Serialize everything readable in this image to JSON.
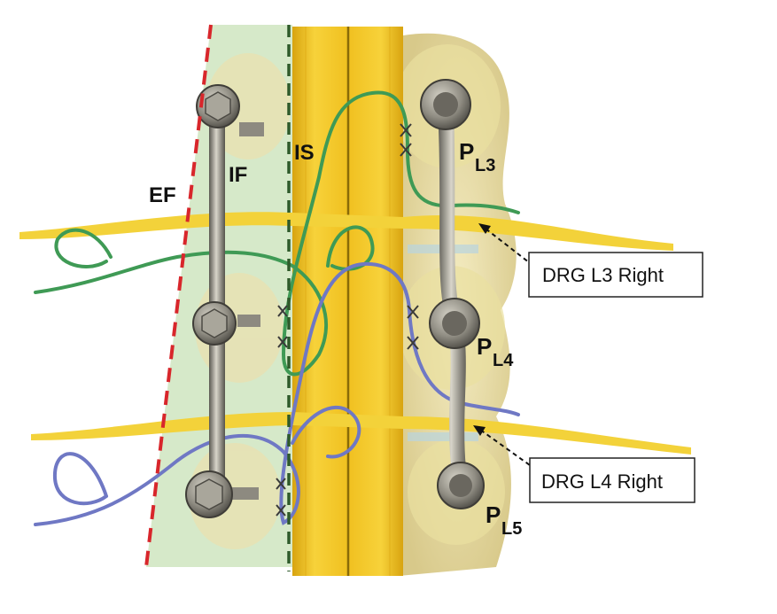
{
  "labels": {
    "ef": "EF",
    "if": "IF",
    "is": "IS",
    "p_letter": "P",
    "p_l3_sub": "L3",
    "p_l4_sub": "L4",
    "p_l5_sub": "L5"
  },
  "callouts": {
    "drg_l3": "DRG L3 Right",
    "drg_l4": "DRG L4 Right"
  },
  "colors": {
    "cord": "#f2c41a",
    "cord_dark": "#c99a0a",
    "nerve": "#f3d23a",
    "bone": "#efe6b0",
    "bone_shade": "#d8c98a",
    "green_region": "#cfe5c0",
    "red_line": "#d8262b",
    "green_line": "#2e5a2a",
    "green_wire": "#3f9a55",
    "blue_wire": "#6f78c4",
    "metal": "#8d8a80",
    "metal_light": "#c9c6bb",
    "metal_dark": "#4c4a44"
  }
}
